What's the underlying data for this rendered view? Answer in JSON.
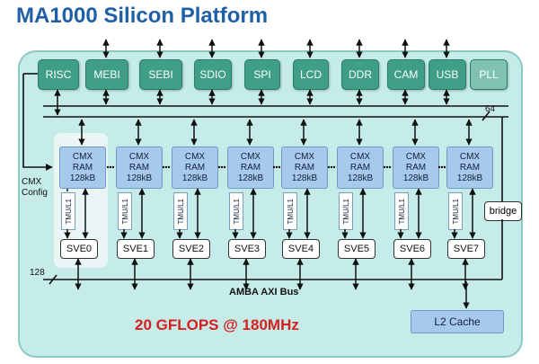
{
  "title": "MA1000 Silicon Platform",
  "peripherals": [
    "RISC",
    "MEBI",
    "SEBI",
    "SDIO",
    "SPI",
    "LCD",
    "DDR",
    "CAM",
    "USB",
    "PLL"
  ],
  "cmx_blocks": [
    {
      "l1": "CMX",
      "l2": "RAM",
      "l3": "128kB"
    },
    {
      "l1": "CMX",
      "l2": "RAM",
      "l3": "128kB"
    },
    {
      "l1": "CMX",
      "l2": "RAM",
      "l3": "128kB"
    },
    {
      "l1": "CMX",
      "l2": "RAM",
      "l3": "128kB"
    },
    {
      "l1": "CMX",
      "l2": "RAM",
      "l3": "128kB"
    },
    {
      "l1": "CMX",
      "l2": "RAM",
      "l3": "128kB"
    },
    {
      "l1": "CMX",
      "l2": "RAM",
      "l3": "128kB"
    },
    {
      "l1": "CMX",
      "l2": "RAM",
      "l3": "128kB"
    }
  ],
  "tmu_label": "TMU/L1",
  "sves": [
    "SVE0",
    "SVE1",
    "SVE2",
    "SVE3",
    "SVE4",
    "SVE5",
    "SVE6",
    "SVE7"
  ],
  "cmx_config": {
    "line1": "CMX",
    "line2": "Config"
  },
  "bridge": "bridge",
  "bus_width_top": "64",
  "bus_width_bottom": "128",
  "bus_name": "AMBA AXI Bus",
  "l2_cache": "L2 Cache",
  "performance": "20 GFLOPS @ 180MHz",
  "colors": {
    "title": "#1f5fa8",
    "peripheral": "#3f9e86",
    "cmx": "#a7c9ec",
    "background": "#c5ece8",
    "performance": "#d91e1e"
  }
}
